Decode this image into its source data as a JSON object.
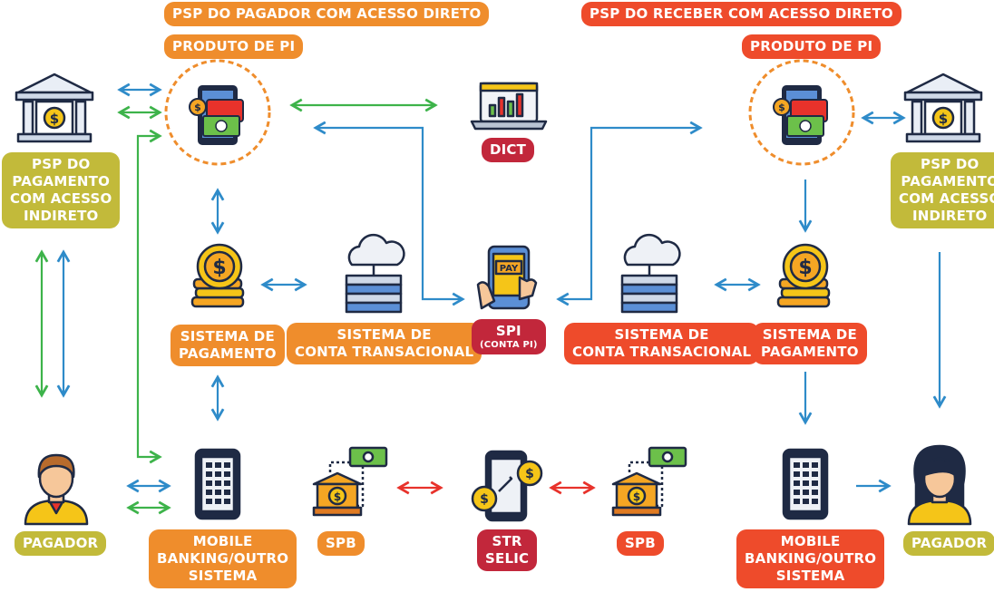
{
  "header": {
    "payer_title": "PSP DO PAGADOR COM ACESSO DIRETO",
    "payer_product": "PRODUTO DE PI",
    "receiver_title": "PSP DO RECEBER COM ACESSO DIRETO",
    "receiver_product": "PRODUTO DE PI"
  },
  "nodes": {
    "dict": "DICT",
    "spi": "SPI",
    "spi_sub": "(CONTA PI)",
    "str": "STR",
    "selic": "SELIC",
    "spb_left": "SPB",
    "spb_right": "SPB",
    "psp_left": [
      "PSP DO",
      "PAGAMENTO",
      "COM ACESSO",
      "INDIRETO"
    ],
    "psp_right": [
      "PSP DO",
      "PAGAMENTO",
      "COM ACESSO",
      "INDIRETO"
    ],
    "sistema_pagamento_left": [
      "SISTEMA DE",
      "PAGAMENTO"
    ],
    "sistema_pagamento_right": [
      "SISTEMA DE",
      "PAGAMENTO"
    ],
    "conta_left": [
      "SISTEMA DE",
      "CONTA TRANSACIONAL"
    ],
    "conta_right": [
      "SISTEMA DE",
      "CONTA TRANSACIONAL"
    ],
    "mobile_left": [
      "MOBILE",
      "BANKING/OUTRO",
      "SISTEMA"
    ],
    "mobile_right": [
      "MOBILE",
      "BANKING/OUTRO",
      "SISTEMA"
    ],
    "pagador_left": "PAGADOR",
    "pagador_right": "PAGADOR",
    "pay_screen": "PAY"
  },
  "colors": {
    "orange": "#ef8d2c",
    "red": "#ee4b2b",
    "olive": "#c2ba3a",
    "crimson": "#c2273b",
    "arrow_blue": "#2e8bc9",
    "arrow_green": "#3db34a",
    "arrow_red": "#e8322b",
    "outline": "#1f2a44"
  },
  "icons": [
    "bank-icon",
    "payment-app-icon",
    "laptop-chart-icon",
    "coin-stack-icon",
    "server-cloud-icon",
    "pay-phone-icon",
    "mobile-keypad-icon",
    "person-icon",
    "bank-money-icon",
    "str-phone-coins-icon"
  ]
}
